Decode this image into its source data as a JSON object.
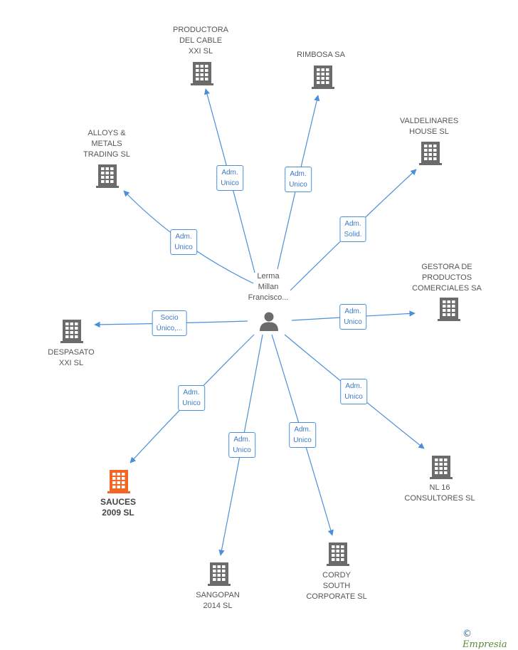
{
  "center": {
    "name": "Lerma\nMillan\nFrancisco..."
  },
  "companies": [
    {
      "id": "productora",
      "name": "PRODUCTORA\nDEL CABLE\nXXI SL",
      "highlight": false
    },
    {
      "id": "rimbosa",
      "name": "RIMBOSA SA",
      "highlight": false
    },
    {
      "id": "valdelinares",
      "name": "VALDELINARES\nHOUSE SL",
      "highlight": false
    },
    {
      "id": "alloys",
      "name": "ALLOYS &\nMETALS\nTRADING SL",
      "highlight": false
    },
    {
      "id": "gestora",
      "name": "GESTORA DE\nPRODUCTOS\nCOMERCIALES SA",
      "highlight": false
    },
    {
      "id": "despasato",
      "name": "DESPASATO\nXXI SL",
      "highlight": false
    },
    {
      "id": "sauces",
      "name": "SAUCES\n2009 SL",
      "highlight": true
    },
    {
      "id": "nl16",
      "name": "NL 16\nCONSULTORES SL",
      "highlight": false
    },
    {
      "id": "sangopan",
      "name": "SANGOPAN\n2014 SL",
      "highlight": false
    },
    {
      "id": "cordy",
      "name": "CORDY\nSOUTH\nCORPORATE SL",
      "highlight": false
    }
  ],
  "relations": [
    {
      "to": "productora",
      "label": "Adm.\nUnico"
    },
    {
      "to": "rimbosa",
      "label": "Adm.\nUnico"
    },
    {
      "to": "valdelinares",
      "label": "Adm.\nSolid."
    },
    {
      "to": "alloys",
      "label": "Adm.\nUnico"
    },
    {
      "to": "gestora",
      "label": "Adm.\nUnico"
    },
    {
      "to": "despasato",
      "label": "Socio\nÚnico,..."
    },
    {
      "to": "sauces",
      "label": "Adm.\nUnico"
    },
    {
      "to": "nl16",
      "label": "Adm.\nUnico"
    },
    {
      "to": "sangopan",
      "label": "Adm.\nUnico"
    },
    {
      "to": "cordy",
      "label": "Adm.\nUnico"
    }
  ],
  "colors": {
    "edge": "#4a90d9",
    "building": "#6b6b6b",
    "highlight": "#f26522",
    "person": "#6b6b6b"
  },
  "icons": {
    "company": "building-icon",
    "person": "person-icon"
  },
  "footer": {
    "copyright": "©",
    "brand": "Empresia"
  }
}
